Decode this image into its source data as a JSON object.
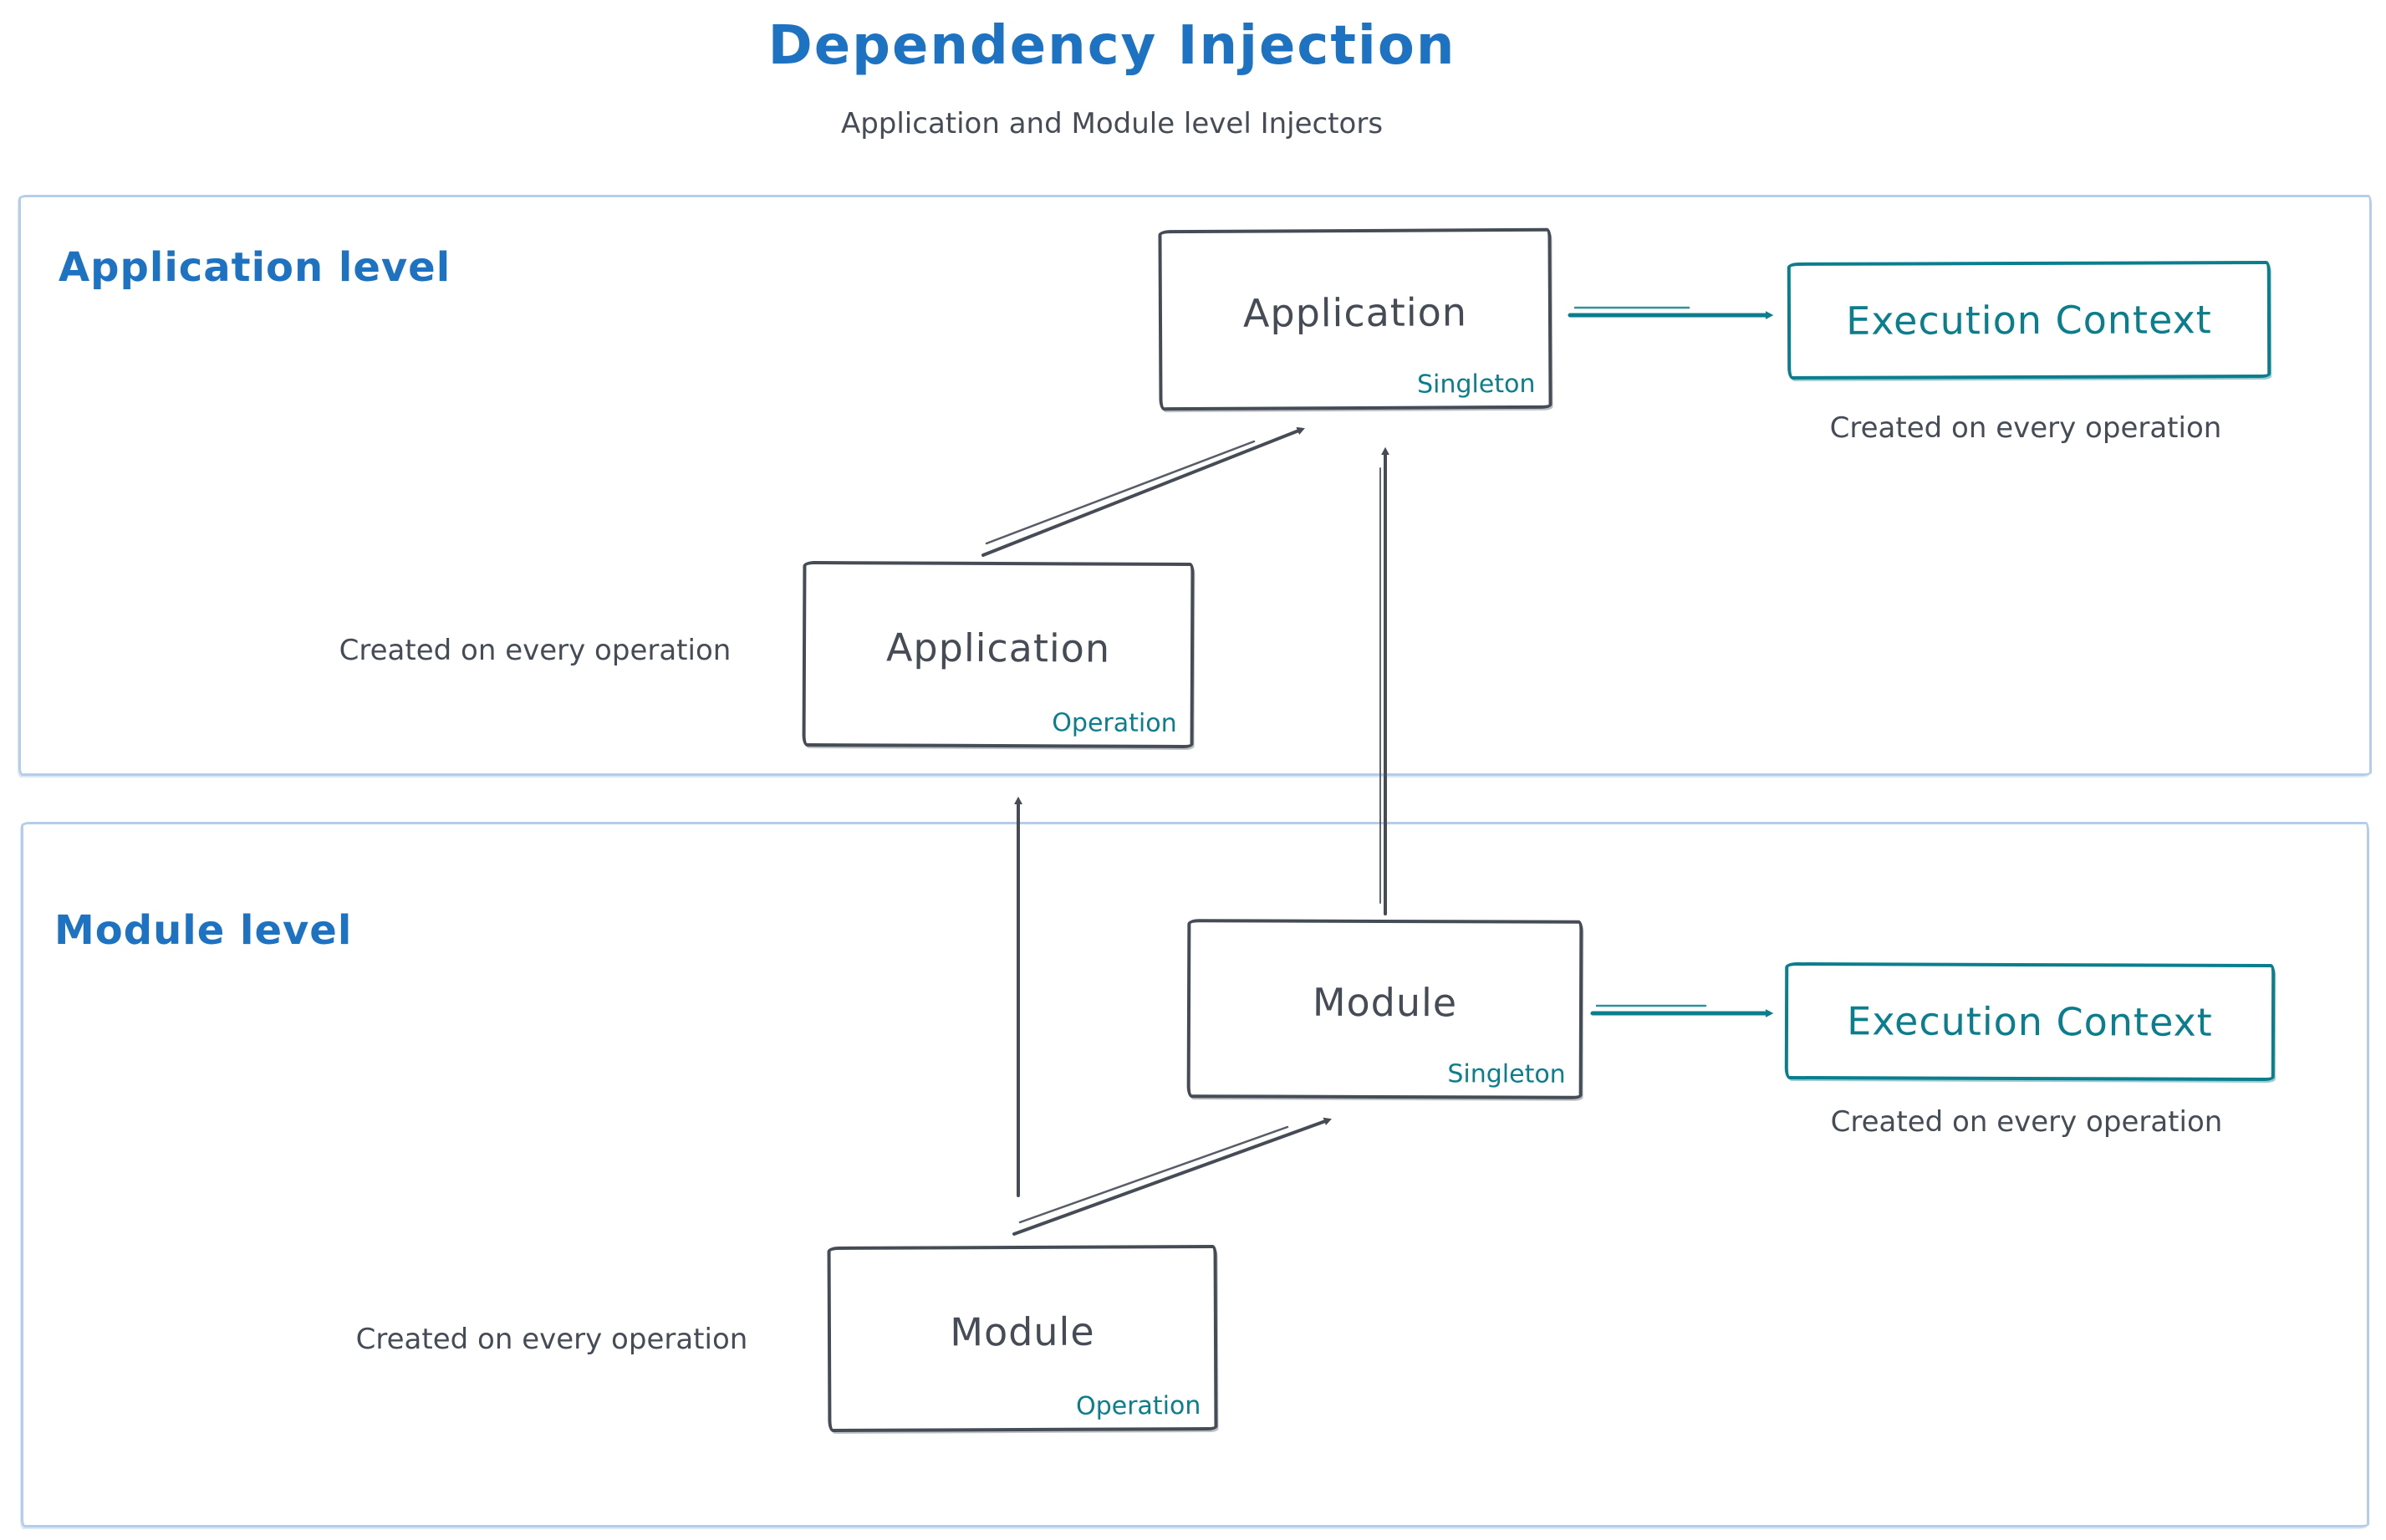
{
  "diagram": {
    "title": "Dependency Injection",
    "subtitle": "Application and Module level Injectors"
  },
  "colors": {
    "title_blue": "#1d72c2",
    "frame_light_blue": "#b3cdea",
    "stroke_dark": "#454c56",
    "accent_teal": "#0b7e8e",
    "background": "#ffffff"
  },
  "application_level": {
    "label": "Application level",
    "singleton_box": {
      "title": "Application",
      "badge": "Singleton"
    },
    "operation_box": {
      "title": "Application",
      "badge": "Operation"
    },
    "operation_caption": "Created on every operation",
    "execution_context_box": {
      "title": "Execution Context"
    },
    "execution_context_caption": "Created on every operation"
  },
  "module_level": {
    "label": "Module level",
    "singleton_box": {
      "title": "Module",
      "badge": "Singleton"
    },
    "operation_box": {
      "title": "Module",
      "badge": "Operation"
    },
    "operation_caption": "Created on every operation",
    "execution_context_box": {
      "title": "Execution Context"
    },
    "execution_context_caption": "Created on every operation"
  }
}
